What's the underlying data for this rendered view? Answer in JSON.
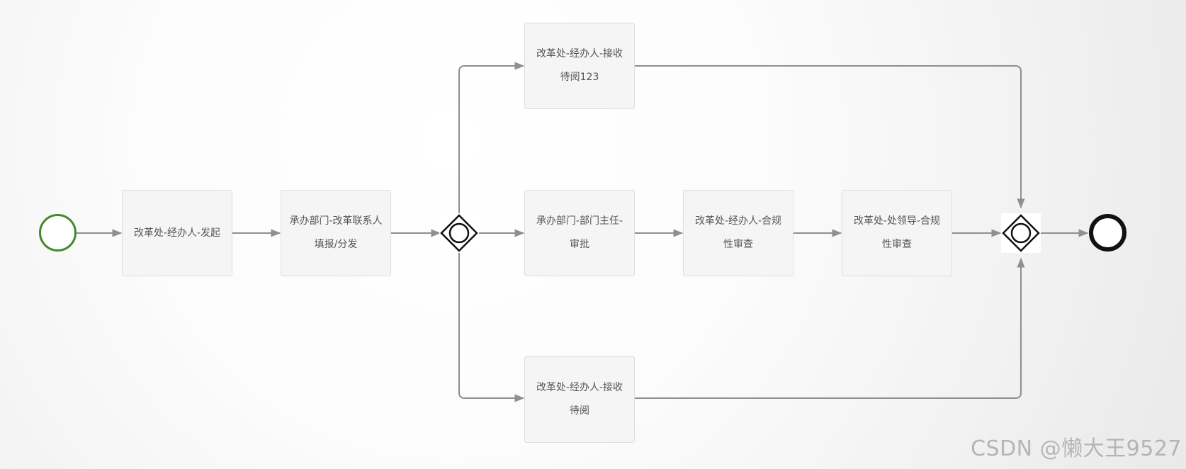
{
  "diagram": {
    "tasks": {
      "start_task": "改革处-经办人-发起",
      "fill_task": "承办部门-改革联系人填报/分发",
      "top_task": "改革处-经办人-接收待阅123",
      "middle_task": "承办部门-部门主任-审批",
      "compliance_task": "改革处-经办人-合规性审查",
      "leader_task": "改革处-处领导-合规性审查",
      "bottom_task": "改革处-经办人-接收待阅"
    }
  },
  "watermark": "CSDN @懒大王9527",
  "colors": {
    "start_event": "#3f8a2b",
    "end_event": "#111111",
    "task_fill": "#f5f5f5",
    "flow_line": "#8f8f93"
  }
}
